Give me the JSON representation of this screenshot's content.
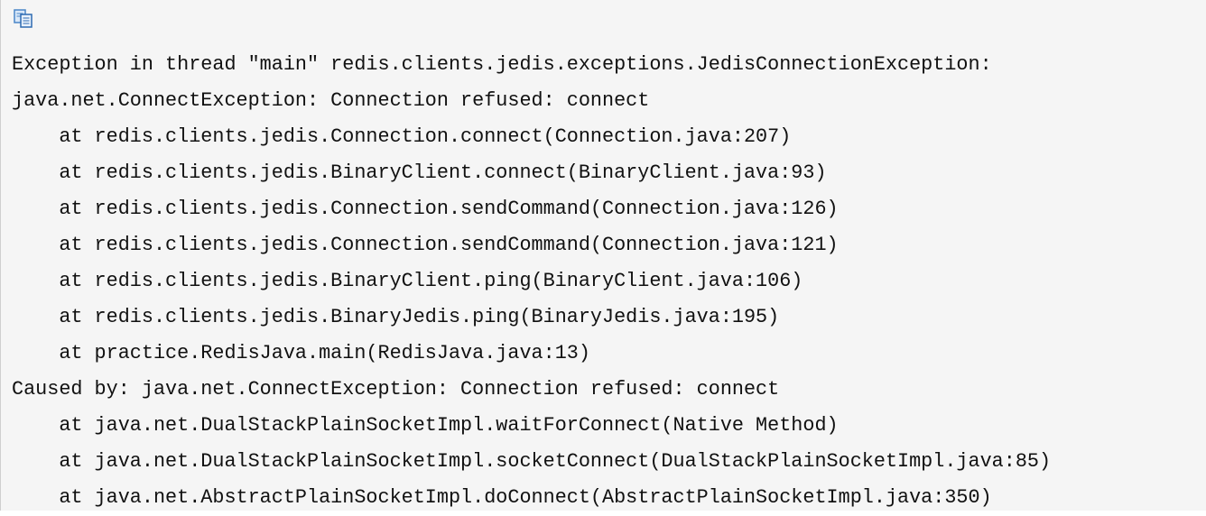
{
  "toolbar": {
    "icon": "copy-icon"
  },
  "code": {
    "lines": [
      "Exception in thread \"main\" redis.clients.jedis.exceptions.JedisConnectionException:",
      "java.net.ConnectException: Connection refused: connect",
      "    at redis.clients.jedis.Connection.connect(Connection.java:207)",
      "    at redis.clients.jedis.BinaryClient.connect(BinaryClient.java:93)",
      "    at redis.clients.jedis.Connection.sendCommand(Connection.java:126)",
      "    at redis.clients.jedis.Connection.sendCommand(Connection.java:121)",
      "    at redis.clients.jedis.BinaryClient.ping(BinaryClient.java:106)",
      "    at redis.clients.jedis.BinaryJedis.ping(BinaryJedis.java:195)",
      "    at practice.RedisJava.main(RedisJava.java:13)",
      "Caused by: java.net.ConnectException: Connection refused: connect",
      "    at java.net.DualStackPlainSocketImpl.waitForConnect(Native Method)",
      "    at java.net.DualStackPlainSocketImpl.socketConnect(DualStackPlainSocketImpl.java:85)",
      "    at java.net.AbstractPlainSocketImpl.doConnect(AbstractPlainSocketImpl.java:350)"
    ]
  }
}
